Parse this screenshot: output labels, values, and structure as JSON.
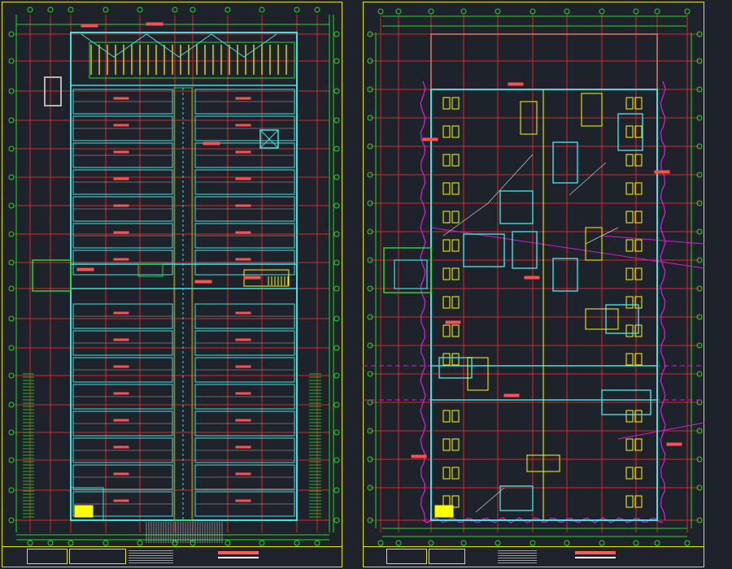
{
  "colors": {
    "background": "#1e222a",
    "frame": "#e6e600",
    "grid": "#d42a2a",
    "wall": "#3fe0e0",
    "annotation": "#27d827",
    "partition": "#ffff00",
    "boundary": "#d21ed2",
    "text_small": "#ffffff",
    "label_red": "#ff5050"
  },
  "sheets": [
    {
      "name": "sheet-left",
      "kind": "warehouse-floor-plan"
    },
    {
      "name": "sheet-right",
      "kind": "basement-equipment-plan"
    }
  ]
}
